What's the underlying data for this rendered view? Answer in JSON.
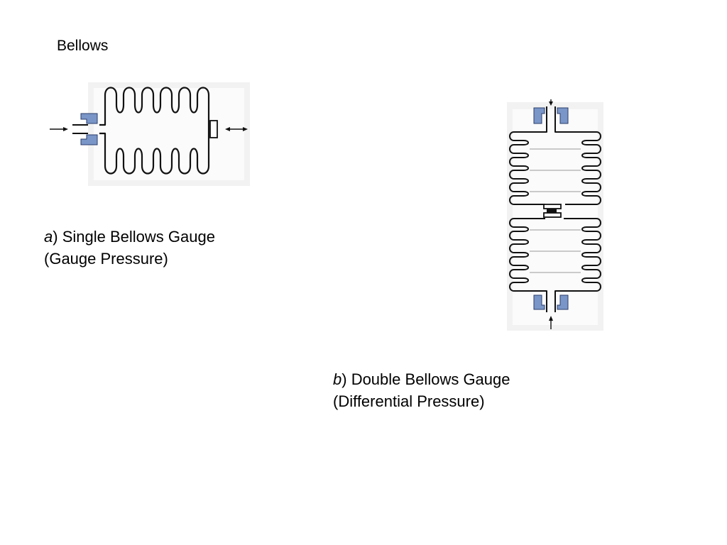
{
  "slide": {
    "title": "Bellows"
  },
  "figure_a": {
    "caption_letter": "a",
    "caption_rest": ") Single Bellows Gauge",
    "caption_line2": "(Gauge Pressure)"
  },
  "figure_b": {
    "caption_letter": "b",
    "caption_rest": ") Double Bellows Gauge",
    "caption_line2": "(Differential Pressure)"
  },
  "colors": {
    "fitting_fill": "#7a96c8",
    "fitting_stroke": "#2b3d6b",
    "outline": "#111111",
    "watermark": "#f1f1f1"
  }
}
